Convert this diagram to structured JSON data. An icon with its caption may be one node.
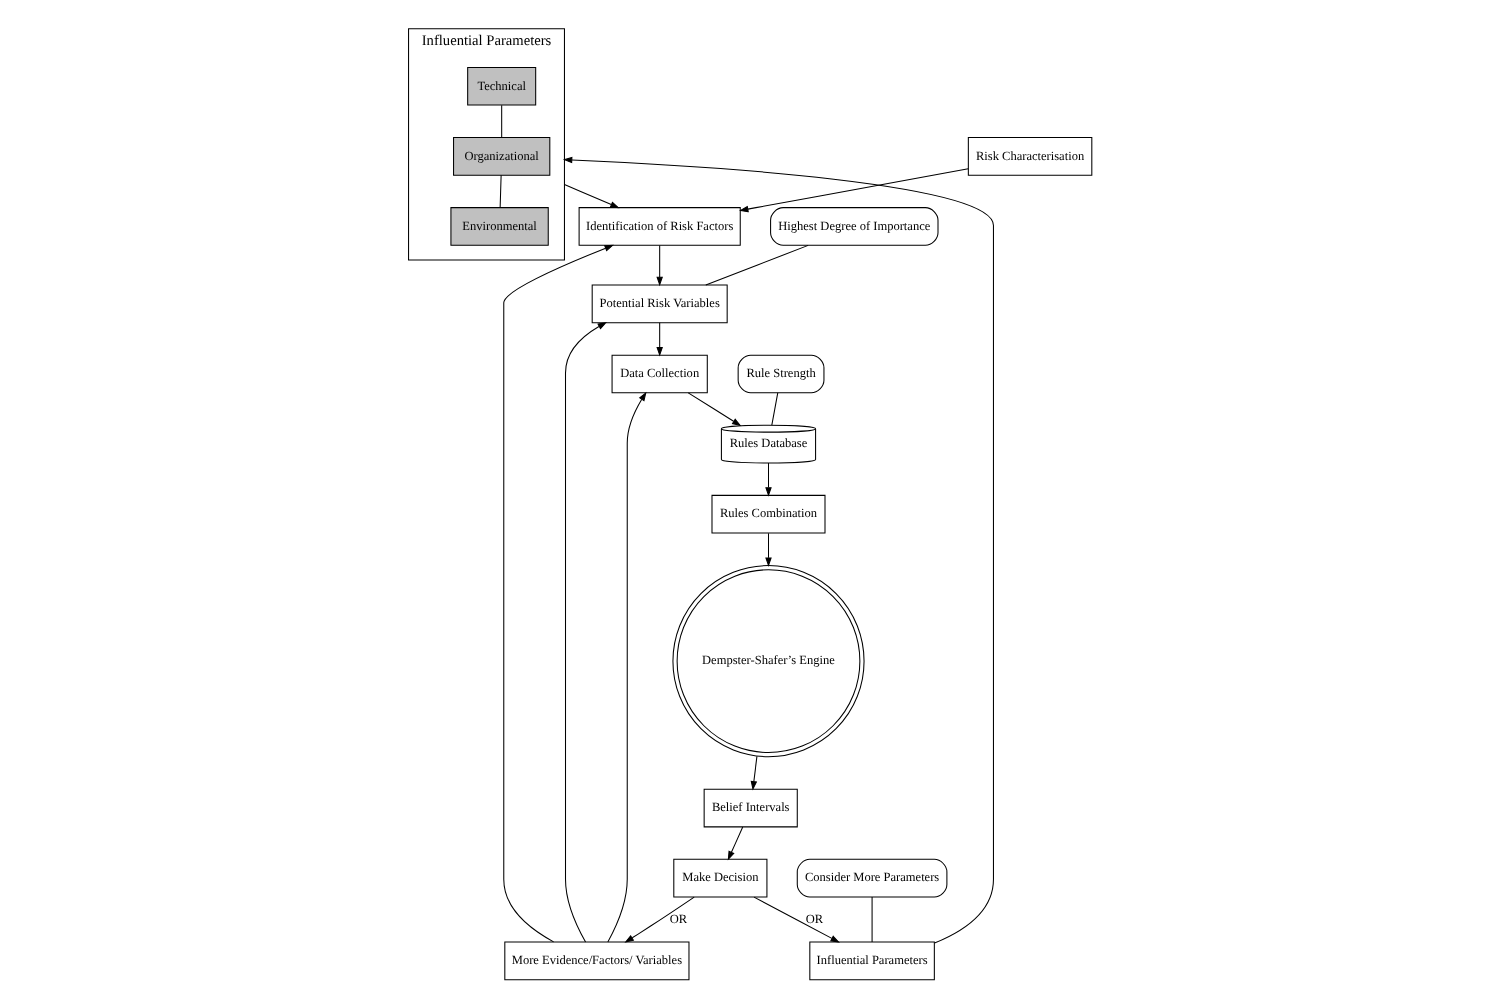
{
  "diagram": {
    "nodes": [
      {
        "text": [
          "Influential Parameters"
        ]
      },
      {
        "text": [
          "Technical"
        ],
        "in": 0
      },
      {
        "text": [
          "Organizational"
        ],
        "in": 0
      },
      {
        "text": [
          "Environmental"
        ],
        "in": 0
      },
      {
        "text": [
          "Risk Characterisation"
        ]
      },
      {
        "text": [
          "Identification of Risk Factors"
        ]
      },
      {
        "text": [
          "Potential Risk Variables"
        ]
      },
      {
        "text": [
          "Highest Degree of Importance"
        ]
      },
      {
        "text": [
          "Data Collection"
        ]
      },
      {
        "text": [
          "Rules Database"
        ]
      },
      {
        "text": [
          "Rule Strength"
        ]
      },
      {
        "text": [
          "Rules Combination"
        ]
      },
      {
        "text": [
          "Dempster-Shafer’s Engine"
        ]
      },
      {
        "text": [
          "Belief Intervals"
        ]
      },
      {
        "text": [
          "Make Decision"
        ]
      },
      {
        "text": [
          "More Evidence/Factors/ Variables"
        ]
      },
      {
        "text": [
          "Influential Parameters"
        ]
      },
      {
        "text": [
          "Consider More Parameters"
        ]
      }
    ],
    "edges": [
      {
        "from": 1,
        "to": 2,
        "arrow": "none"
      },
      {
        "from": 2,
        "to": 3,
        "arrow": "none"
      },
      {
        "from": 0,
        "to": 5,
        "arrow": "to"
      },
      {
        "from": 4,
        "to": 5,
        "arrow": "to"
      },
      {
        "from": 5,
        "to": 6,
        "arrow": "to"
      },
      {
        "from": 7,
        "to": 6,
        "arrow": "none"
      },
      {
        "from": 6,
        "to": 8,
        "arrow": "to"
      },
      {
        "from": 8,
        "to": 9,
        "arrow": "to"
      },
      {
        "from": 10,
        "to": 9,
        "arrow": "none"
      },
      {
        "from": 9,
        "to": 11,
        "arrow": "to"
      },
      {
        "from": 11,
        "to": 12,
        "arrow": "to"
      },
      {
        "from": 12,
        "to": 13,
        "arrow": "to"
      },
      {
        "from": 13,
        "to": 14,
        "arrow": "to"
      },
      {
        "from": 14,
        "to": 16,
        "label": "OR",
        "arrow": "to"
      },
      {
        "from": 14,
        "to": 15,
        "label": "OR",
        "arrow": "to"
      },
      {
        "from": 15,
        "to": 5,
        "arrow": "to"
      },
      {
        "from": 15,
        "to": 6,
        "arrow": "to"
      },
      {
        "from": 15,
        "to": 8,
        "arrow": "to"
      },
      {
        "from": 17,
        "to": 16,
        "arrow": "none"
      },
      {
        "from": 16,
        "to": 0,
        "arrow": "to"
      }
    ]
  }
}
